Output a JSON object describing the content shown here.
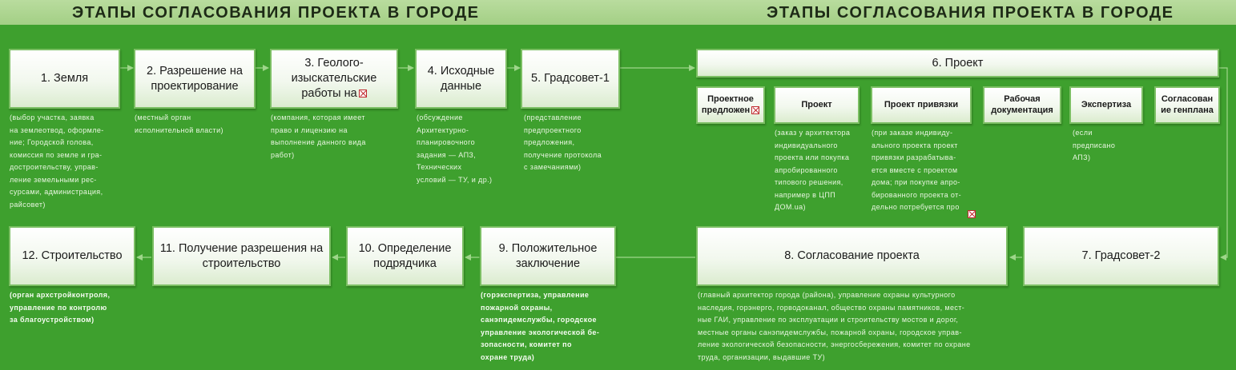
{
  "titles": {
    "left": "ЭТАПЫ СОГЛАСОВАНИЯ ПРОЕКТА В ГОРОДЕ",
    "right": "ЭТАПЫ СОГЛАСОВАНИЯ ПРОЕКТА В ГОРОДЕ"
  },
  "stages": {
    "s1": "1. Земля",
    "s2": "2. Разрешение на проектирование",
    "s3": "3. Геолого-изыскательские работы на",
    "s4": "4. Исходные данные",
    "s5": "5. Градсовет-1",
    "s6": "6. Проект",
    "s7": "7. Градсовет-2",
    "s8": "8. Согласование проекта",
    "s9": "9. Положительное заключение",
    "s10": "10. Определение подрядчика",
    "s11": "11. Получение разрешения на строительство",
    "s12": "12. Строительство"
  },
  "substages": {
    "a": "Проектное предложен",
    "b": "Проект",
    "c": "Проект привязки",
    "d": "Рабочая документация",
    "e": "Экспертиза",
    "f": "Согласован ие генплана"
  },
  "notes": {
    "n1": "(выбор участка, заявка\nна землеотвод, оформле-\nние; Городской голова,\nкомиссия по земле и гра-\nдостроительству, управ-\nление земельными рес-\nсурсами, администрация,\nрайсовет)",
    "n2": "(местный орган\nисполнительной власти)",
    "n3": "(компания, которая имеет\nправо и лицензию на\nвыполнение данного вида\nработ)",
    "n4": "(обсуждение\nАрхитектурно-\nпланировочного\nзадания — АПЗ,\nТехнических\nусловий — ТУ, и др.)",
    "n5": "(представление\nпредпроектного\nпредложения,\nполучение протокола\nс замечаниями)",
    "n6b": "(заказ у архитектора\nиндивидуального\nпроекта или покупка\nапробированного\nтипового решения,\nнапример в ЦПП\nДОМ.ua)",
    "n6c": "(при заказе индивиду-\nального проекта проект\nпривязки разрабатыва-\nется вместе с проектом\nдома; при покупке апро-\nбированного проекта от-\nдельно потребуется про",
    "n6e": "(если\nпредписано\nАПЗ)",
    "n8": "(главный архитектор города (района), управление охраны культурного\nнаследия, горэнерго, горводоканал, общество охраны памятников, мест-\nные ГАИ, управление по эксплуатации и строительству мостов и дорог,\nместные органы санэпидемслужбы, пожарной охраны, городское управ-\nление экологической безопасности, энергосбережения, комитет по охране\nтруда, организации, выдавшие ТУ)",
    "n9": "(горэкспертиза, управление\nпожарной охраны,\nсанэпидемслужбы, городское\nуправление экологической бе-\nзопасности, комитет по\nохране труда)",
    "n12": "(орган архстройконтроля,\nуправление по контролю\nза благоустройством)"
  },
  "colors": {
    "background": "#3ea02e",
    "topbar": "#a3cf85",
    "box_border": "#7bbf63",
    "arrow": "#9ed68a"
  }
}
